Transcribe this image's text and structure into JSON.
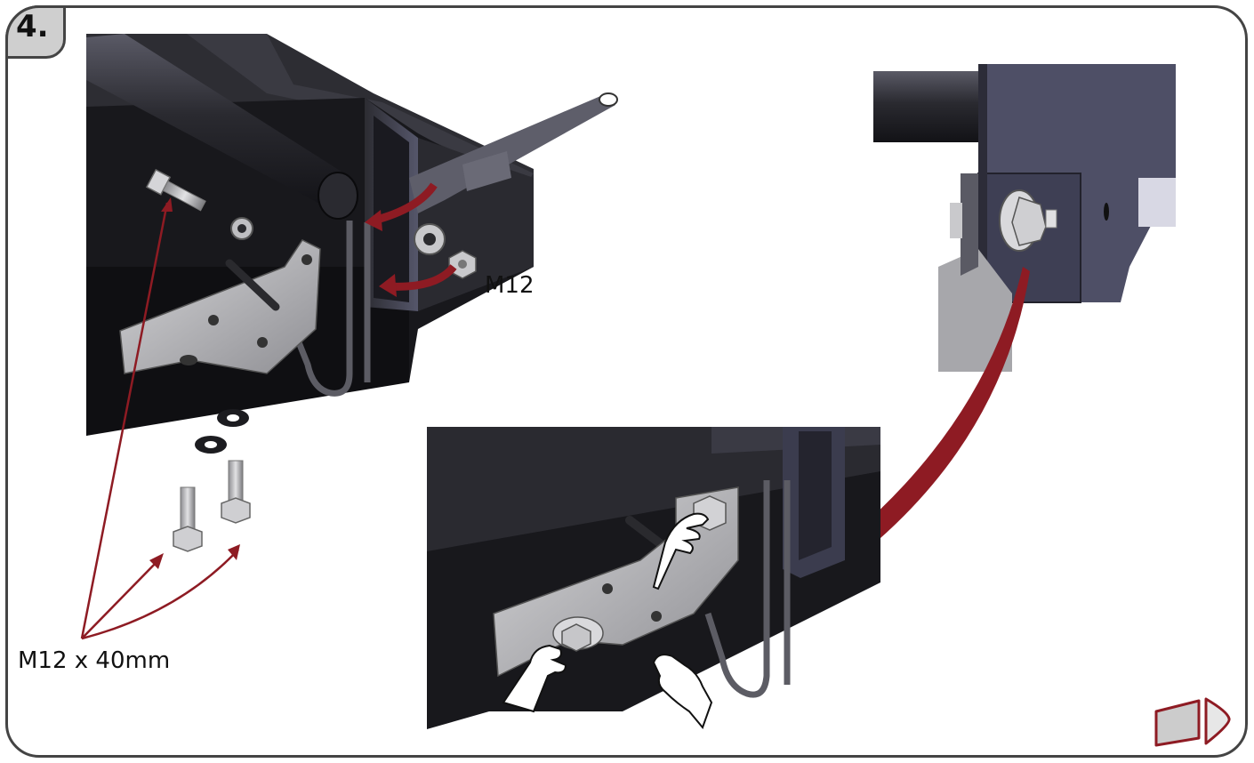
{
  "step": {
    "number": "4."
  },
  "labels": {
    "nut": "M12",
    "bolt": "M12 x 40mm"
  },
  "colors": {
    "frame": "#444444",
    "tab_fill": "#cfcfcf",
    "arrow": "#8e1b23",
    "metal_dark": "#1d1d22",
    "metal_mid": "#3b3b44",
    "plate": "#b9b9bc",
    "nav_left": "#cccccc",
    "nav_right": "#e7e7e7"
  },
  "icons": {
    "nav": "next-page-icon",
    "hand": "hand-icon"
  }
}
